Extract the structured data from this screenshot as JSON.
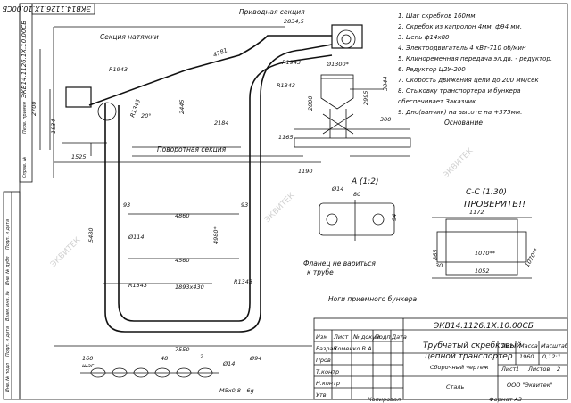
{
  "drawing": {
    "code": "ЭКВ14.1126.1Х.10.00СБ",
    "side_code": "ЭКВ14.1126.1Х.10.00СБ",
    "title_line1": "Трубчатый скребковый",
    "title_line2": "цепной транспортер",
    "subtitle": "Сборочный чертеж",
    "material": "Сталь",
    "company": "ООО \"Эквитек\"",
    "mass": "1960",
    "scale": "0,12:1",
    "sheet_label": "Лист",
    "sheets_label": "Листов",
    "sheet": "1",
    "sheets": "2",
    "copied": "Копировал",
    "format": "Формат А3",
    "watermark": "ЭКВИТЕК"
  },
  "notes": [
    "1. Шаг скребков 160мм.",
    "2. Скребок из капролон 4мм, ф94 мм.",
    "3. Цепь ф14х80",
    "4. Электродвигатель 4 кВт-710 об/мин",
    "5. Клиноременная передача эл.дв. - редуктор.",
    "6. Редуктор Ц2У-200",
    "7. Скорость движения цепи до 200 мм/сек",
    "8. Стыковку транспортера и бункера",
    "обеспечивает Заказчик.",
    "9. Дно(ванчик) на высоте на +375мм."
  ],
  "labels": {
    "drive_section": "Приводная секция",
    "tension_section": "Секция натяжки",
    "turn_section": "Поворотная секция",
    "base": "Основание",
    "flange_note1": "Фланец не вариться",
    "flange_note2": "к трубе",
    "legs_note": "Ноги приемного бункера",
    "view_a": "А (1:2)",
    "view_cc": "С-С (1:30)",
    "check": "ПРОВЕРИТЬ!!"
  },
  "dims": {
    "d2834": "2834,5",
    "d4781": "4781",
    "d2700": "2700",
    "d2445": "2445",
    "d2184": "2184",
    "d1834": "1834",
    "d1525": "1525",
    "d1165": "1165",
    "d2800": "2800",
    "d2995": "2995",
    "d3844": "3844",
    "d1190": "1190",
    "d300": "300",
    "d4860": "4860",
    "d4560": "4560",
    "d4980": "4980*",
    "d5480": "5480",
    "d93a": "93",
    "d93b": "93",
    "d114": "Ø114",
    "d1893": "1893x430",
    "d7550": "7550",
    "r1943a": "R1943",
    "r1943b": "R1943",
    "r1343a": "R1343",
    "r1343b": "R1343",
    "r1343c": "R1343",
    "r1343d": "R1343",
    "d1300": "Ø1300*",
    "d160": "160",
    "step": "шаг",
    "d48": "48",
    "d94": "Ø94",
    "d14": "Ø14",
    "d14v": "Ø14",
    "d80": "80",
    "d94v": "94",
    "m5": "M5x0,8 - 6g",
    "d1172": "1172",
    "d1070a": "1070**",
    "d1070b": "1070**",
    "d1052": "1052",
    "d865": "865",
    "d30": "30",
    "d2": "2",
    "d20": "20°"
  },
  "titleblock": {
    "izm": "Изм",
    "list": "Лист",
    "ndoc": "№ докум",
    "podp": "Подп",
    "data": "Дата",
    "razrab": "Разраб",
    "prov": "Пров",
    "tkontr": "Т.контр",
    "nkontr": "Н.контр",
    "utv": "Утв",
    "razrab_name": "Хоменко В.А.",
    "lit": "Лит",
    "massa": "Масса",
    "masshtab": "Масштаб"
  },
  "sidebox": [
    "Перв. примен",
    "Справ. №",
    "Подп. и дата",
    "Инв. № дубл",
    "Взам. инв. №",
    "Подп. и дата",
    "Инв. № подл"
  ]
}
